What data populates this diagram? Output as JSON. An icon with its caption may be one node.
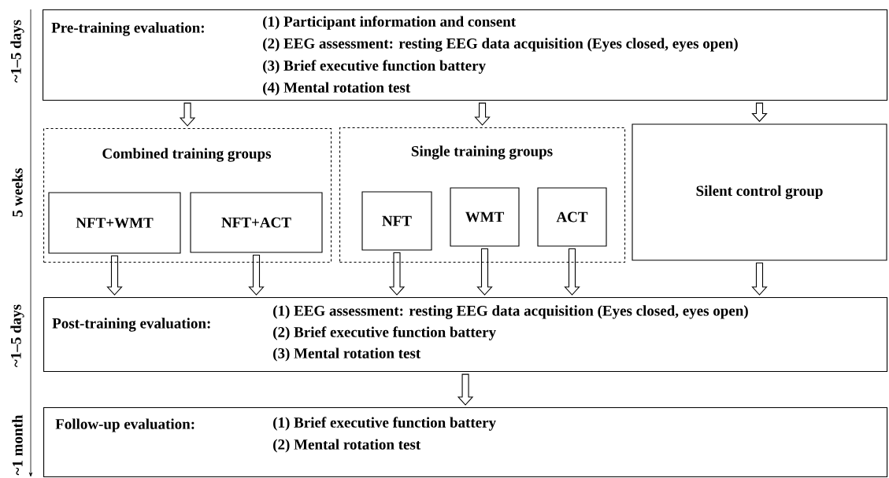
{
  "diagram": {
    "nodes": [
      {
        "text": [
          "Pre-training evaluation:",
          "(1) Participant information and consent",
          "(2) EEG assessment: resting EEG data acquisition (Eyes closed, eyes open)",
          "(3) Brief executive function battery",
          "(4) Mental rotation test"
        ]
      },
      {
        "text": [
          "Combined training groups"
        ]
      },
      {
        "text": [
          "NFT+WMT"
        ],
        "in": 1
      },
      {
        "text": [
          "NFT+ACT"
        ],
        "in": 1
      },
      {
        "text": [
          "Single training groups"
        ]
      },
      {
        "text": [
          "NFT"
        ],
        "in": 4
      },
      {
        "text": [
          "WMT"
        ],
        "in": 4
      },
      {
        "text": [
          "ACT"
        ],
        "in": 4
      },
      {
        "text": [
          "Silent control group"
        ]
      },
      {
        "text": [
          "Post-training evaluation:",
          "(1) EEG assessment: resting EEG data acquisition (Eyes closed, eyes open)",
          "(2) Brief executive function battery",
          "(3) Mental rotation test"
        ]
      },
      {
        "text": [
          "Follow-up evaluation:",
          "(1) Brief executive function battery",
          "(2) Mental rotation test"
        ]
      }
    ],
    "edges": [
      {
        "from": 0,
        "to": 1,
        "arrow": "to"
      },
      {
        "from": 0,
        "to": 4,
        "arrow": "to"
      },
      {
        "from": 0,
        "to": 8,
        "arrow": "to"
      },
      {
        "from": 2,
        "to": 9,
        "arrow": "to"
      },
      {
        "from": 3,
        "to": 9,
        "arrow": "to"
      },
      {
        "from": 5,
        "to": 9,
        "arrow": "to"
      },
      {
        "from": 6,
        "to": 9,
        "arrow": "to"
      },
      {
        "from": 7,
        "to": 9,
        "arrow": "to"
      },
      {
        "from": 8,
        "to": 9,
        "arrow": "to"
      },
      {
        "from": 9,
        "to": 10,
        "arrow": "to"
      }
    ],
    "labels": [
      "~1–5 days",
      "5 weeks",
      "~1–5 days",
      "~1 month"
    ]
  }
}
